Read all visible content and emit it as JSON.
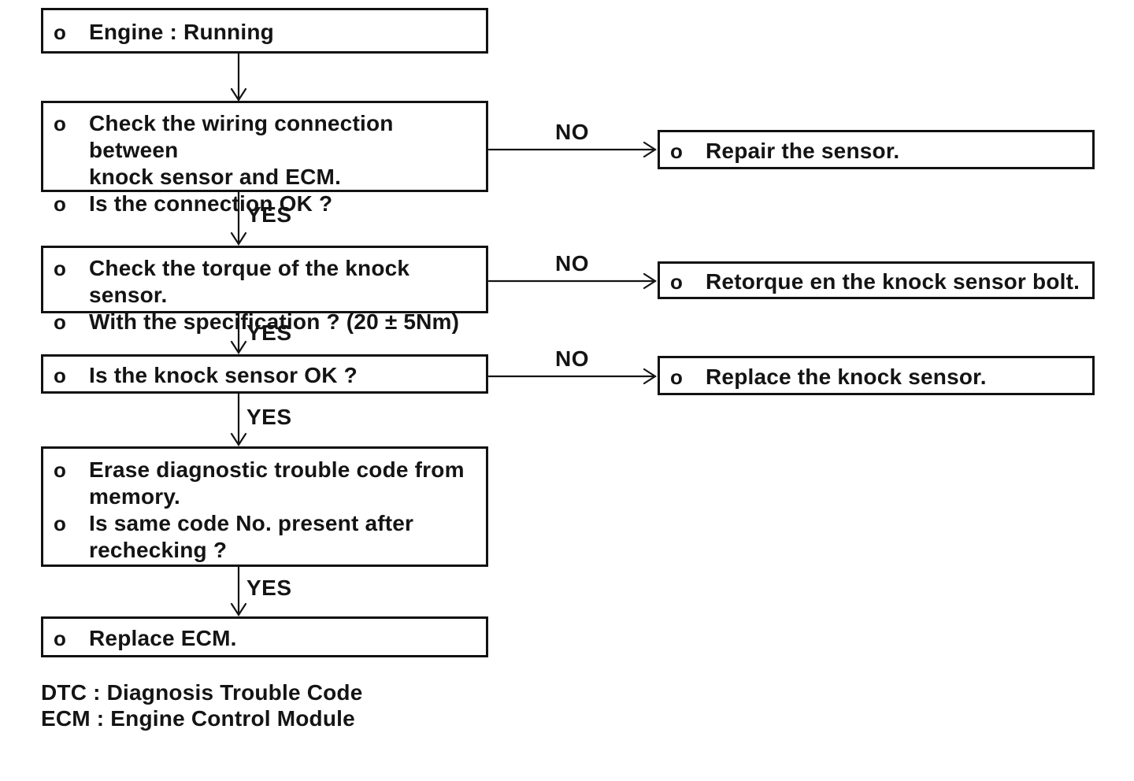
{
  "canvas": {
    "background": "#ffffff",
    "ink": "#141414"
  },
  "bullet_char": "o",
  "edge_labels": {
    "yes": "YES",
    "no": "NO"
  },
  "flow": {
    "steps": [
      {
        "id": "engine-running",
        "items": [
          {
            "text": "Engine : Running"
          }
        ]
      },
      {
        "id": "check-wiring",
        "items": [
          {
            "text": "Check the wiring connection between\nknock sensor and ECM."
          },
          {
            "text": "Is the connection OK ?"
          }
        ]
      },
      {
        "id": "check-torque",
        "items": [
          {
            "text": "Check the torque of the knock sensor."
          },
          {
            "text": "With the specification ? (20 ± 5Nm)"
          }
        ]
      },
      {
        "id": "sensor-ok",
        "items": [
          {
            "text": "Is the knock sensor OK ?"
          }
        ]
      },
      {
        "id": "erase-dtc",
        "items": [
          {
            "text": "Erase diagnostic trouble code from\nmemory."
          },
          {
            "text": "Is same code No. present after\nrechecking ?"
          }
        ]
      },
      {
        "id": "replace-ecm",
        "items": [
          {
            "text": "Replace ECM."
          }
        ]
      }
    ],
    "no_actions": [
      {
        "id": "repair-sensor",
        "text": "Repair the sensor."
      },
      {
        "id": "retorque-bolt",
        "text": "Retorque en the knock sensor bolt."
      },
      {
        "id": "replace-sensor",
        "text": "Replace the knock sensor."
      }
    ]
  },
  "legend": {
    "line1": "DTC : Diagnosis Trouble Code",
    "line2": "ECM : Engine Control Module"
  }
}
